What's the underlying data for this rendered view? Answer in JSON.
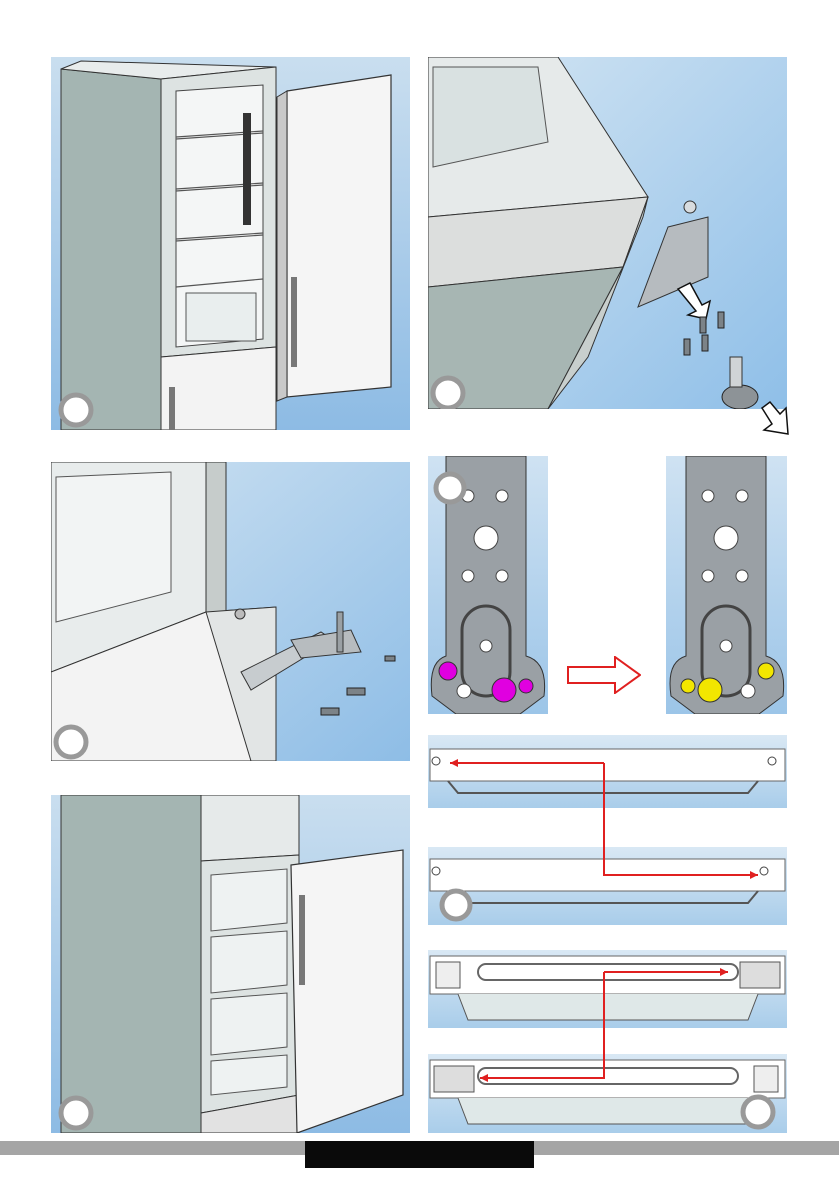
{
  "footer": {
    "label": ""
  },
  "colors": {
    "sky_top": "#c6dcef",
    "sky_bottom": "#8fbde6",
    "cabinet_side": "#a2b3b0",
    "bracket_gray": "#9aa0a5",
    "highlight_magenta": "#e000e0",
    "highlight_yellow": "#f2e600",
    "arrow_red": "#e02020",
    "footer_bar": "#a5a5a5",
    "footer_block": "#0a0a0a",
    "step_circle": "#9a9a9a"
  },
  "panels": [
    {
      "id": "door-removal-top"
    },
    {
      "id": "top-hinge-detach"
    },
    {
      "id": "middle-hinge-detach"
    },
    {
      "id": "hinge-bracket-swap"
    },
    {
      "id": "door-rehang"
    },
    {
      "id": "door-top-strip-swap"
    },
    {
      "id": "door-bottom-strip-swap"
    }
  ]
}
